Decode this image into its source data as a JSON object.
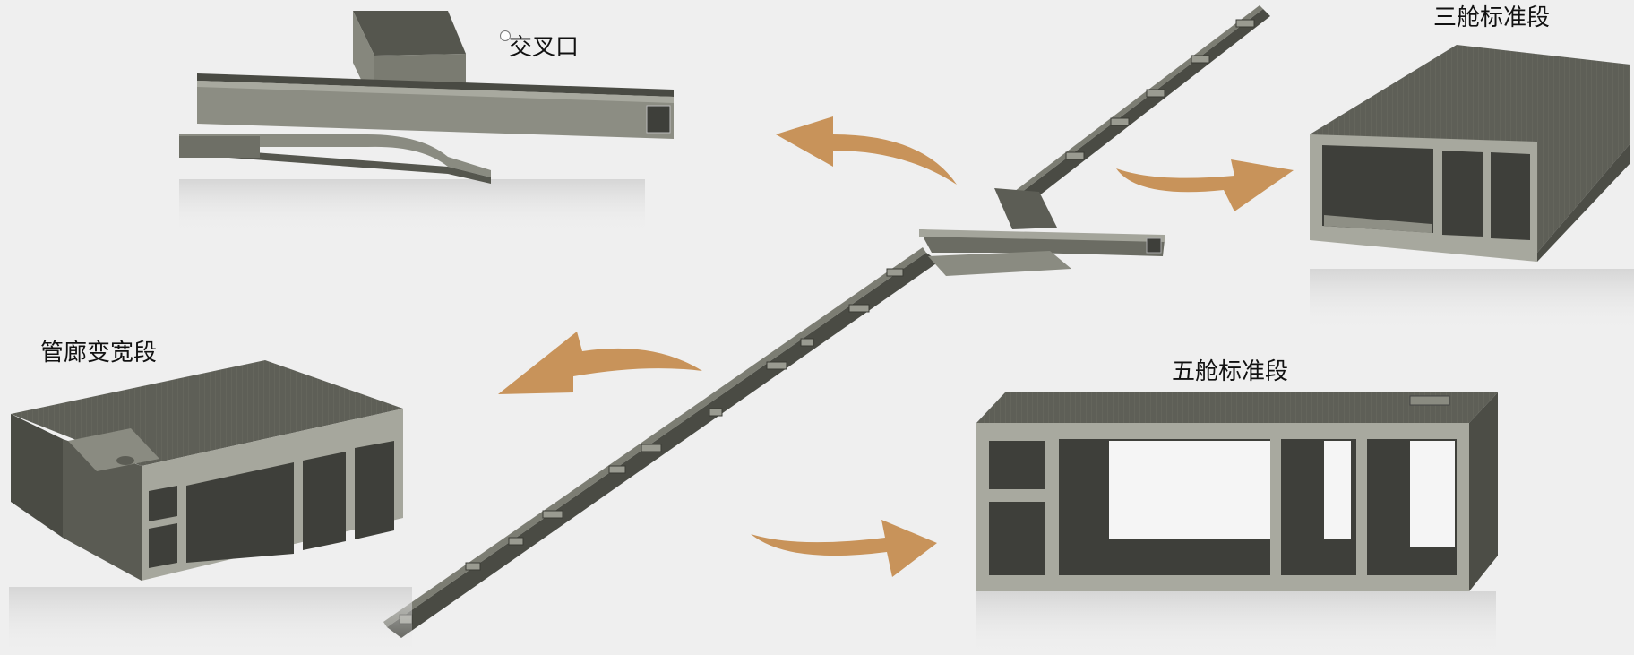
{
  "labels": {
    "cross": "交叉口",
    "three": "三舱标准段",
    "widen": "管廊变宽段",
    "five": "五舱标准段"
  },
  "colors": {
    "background": "#efefef",
    "arrow": "#c8935a",
    "concrete_dark": "#55564e",
    "concrete_mid": "#87877c",
    "concrete_light": "#a9a99f",
    "interior": "#3e3f3a"
  }
}
